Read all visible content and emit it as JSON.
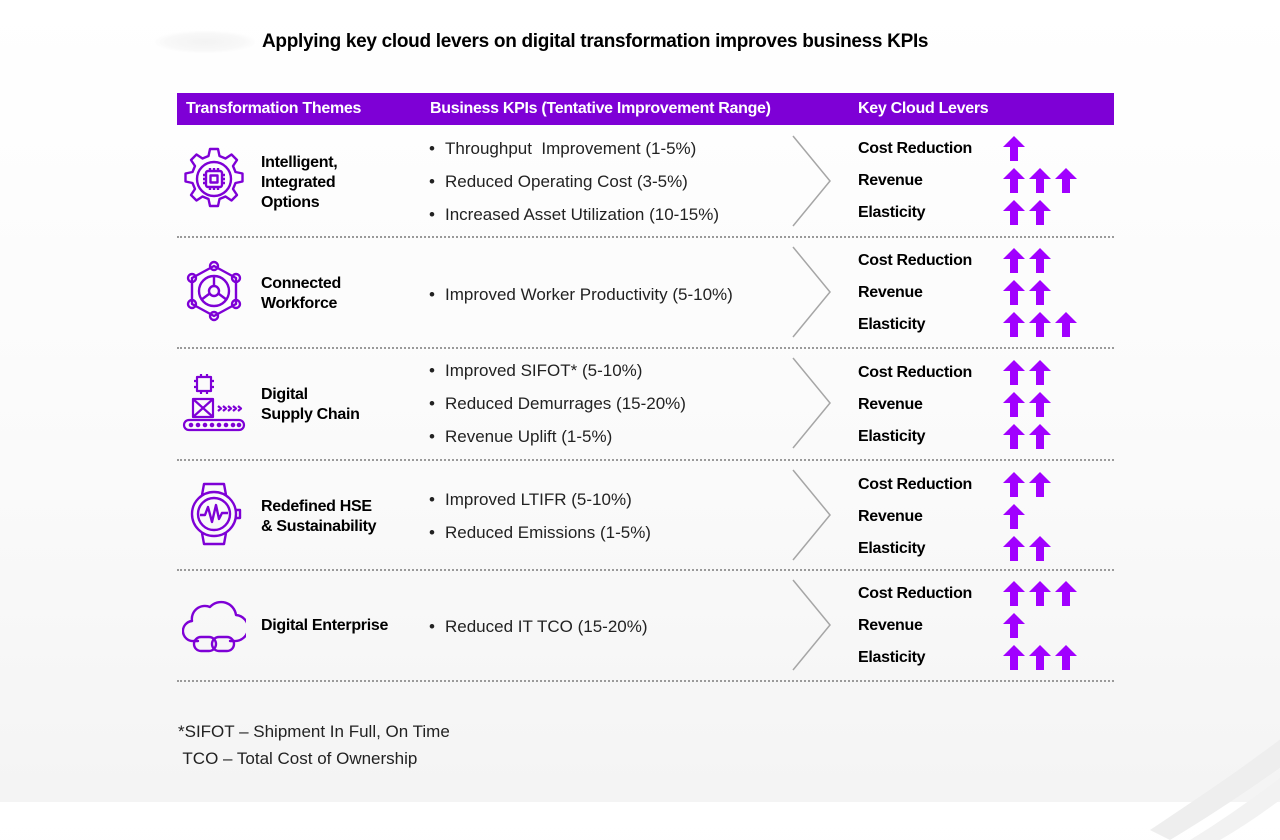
{
  "title": "Applying key cloud levers on digital transformation improves business KPIs",
  "columns": {
    "themes": "Transformation Themes",
    "kpis": "Business KPIs (Tentative Improvement Range)",
    "levers": "Key Cloud Levers"
  },
  "colors": {
    "accent": "#7e00d6",
    "arrow": "#a100ff",
    "divider": "#9a9a9a"
  },
  "rows": [
    {
      "icon": "gear-chip-icon",
      "theme": "Intelligent,\nIntegrated\nOptions",
      "kpis": [
        "Throughput  Improvement (1-5%)",
        "Reduced Operating Cost (3-5%)",
        "Increased Asset Utilization (10-15%)"
      ],
      "levers": [
        {
          "label": "Cost Reduction",
          "arrows": 1
        },
        {
          "label": "Revenue",
          "arrows": 3
        },
        {
          "label": "Elasticity",
          "arrows": 2
        }
      ]
    },
    {
      "icon": "connected-network-icon",
      "theme": "Connected\nWorkforce",
      "kpis": [
        "Improved Worker Productivity (5-10%)"
      ],
      "levers": [
        {
          "label": "Cost Reduction",
          "arrows": 2
        },
        {
          "label": "Revenue",
          "arrows": 2
        },
        {
          "label": "Elasticity",
          "arrows": 3
        }
      ]
    },
    {
      "icon": "conveyor-box-icon",
      "theme": "Digital\nSupply Chain",
      "kpis": [
        "Improved SIFOT* (5-10%)",
        "Reduced Demurrages (15-20%)",
        "Revenue Uplift (1-5%)"
      ],
      "levers": [
        {
          "label": "Cost Reduction",
          "arrows": 2
        },
        {
          "label": "Revenue",
          "arrows": 2
        },
        {
          "label": "Elasticity",
          "arrows": 2
        }
      ]
    },
    {
      "icon": "smartwatch-icon",
      "theme": "Redefined HSE\n& Sustainability",
      "kpis": [
        "Improved LTIFR (5-10%)",
        "Reduced Emissions (1-5%)"
      ],
      "levers": [
        {
          "label": "Cost Reduction",
          "arrows": 2
        },
        {
          "label": "Revenue",
          "arrows": 1
        },
        {
          "label": "Elasticity",
          "arrows": 2
        }
      ]
    },
    {
      "icon": "cloud-link-icon",
      "theme": "Digital Enterprise",
      "kpis": [
        "Reduced IT TCO (15-20%)"
      ],
      "levers": [
        {
          "label": "Cost Reduction",
          "arrows": 3
        },
        {
          "label": "Revenue",
          "arrows": 1
        },
        {
          "label": "Elasticity",
          "arrows": 3
        }
      ]
    }
  ],
  "footnotes": [
    "*SIFOT – Shipment In Full, On Time",
    " TCO – Total Cost of Ownership"
  ]
}
